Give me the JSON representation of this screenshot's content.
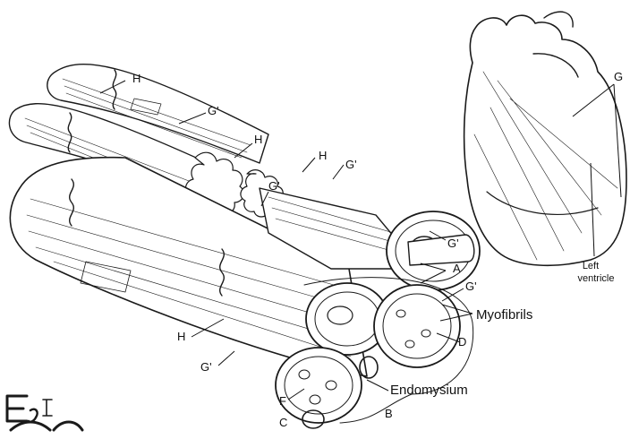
{
  "labels": {
    "H": "H",
    "G_prime": "G'",
    "G": "G",
    "A": "A",
    "B": "B",
    "C": "C",
    "D": "D",
    "F": "F",
    "myofibrils": "Myofibrils",
    "endomysium": "Endomysium",
    "left_ventricle_line1": "Left",
    "left_ventricle_line2": "ventricle"
  },
  "corner_mark": {
    "text": "E, I",
    "description": "handwritten mark"
  }
}
